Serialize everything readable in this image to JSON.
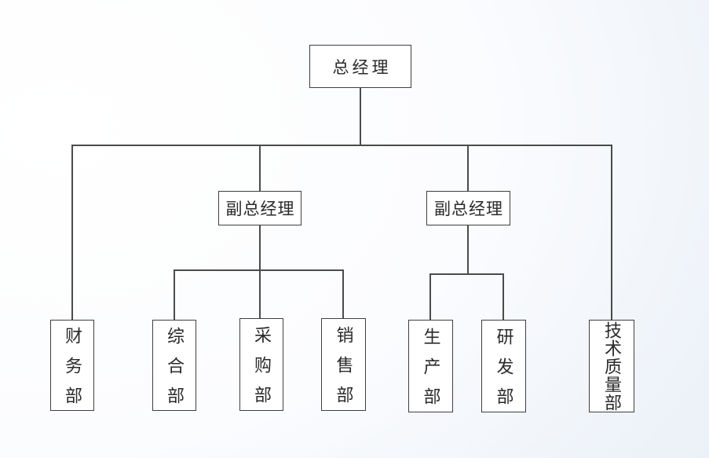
{
  "org_chart": {
    "type": "organization-chart",
    "nodes": [
      {
        "id": "ceo",
        "label": "总经理",
        "parent": null,
        "orientation": "horizontal"
      },
      {
        "id": "vp_left",
        "label": "副总经理",
        "parent": "ceo",
        "orientation": "horizontal"
      },
      {
        "id": "vp_right",
        "label": "副总经理",
        "parent": "ceo",
        "orientation": "horizontal"
      },
      {
        "id": "finance",
        "label": "财务部",
        "parent": "ceo",
        "orientation": "vertical"
      },
      {
        "id": "general",
        "label": "综合部",
        "parent": "vp_left",
        "orientation": "vertical"
      },
      {
        "id": "purchasing",
        "label": "采购部",
        "parent": "vp_left",
        "orientation": "vertical"
      },
      {
        "id": "sales",
        "label": "销售部",
        "parent": "vp_left",
        "orientation": "vertical"
      },
      {
        "id": "production",
        "label": "生产部",
        "parent": "vp_right",
        "orientation": "vertical"
      },
      {
        "id": "rnd",
        "label": "研发部",
        "parent": "vp_right",
        "orientation": "vertical"
      },
      {
        "id": "tech_quality",
        "label": "技术质量部",
        "parent": "ceo",
        "orientation": "vertical"
      }
    ],
    "colors": {
      "box_fill": "#ffffff",
      "box_border": "#3f3f3f",
      "line": "#4b4b4b",
      "text": "#2a2a2a",
      "background_light": "#ffffff",
      "background_blue": "#e4edf6"
    }
  }
}
